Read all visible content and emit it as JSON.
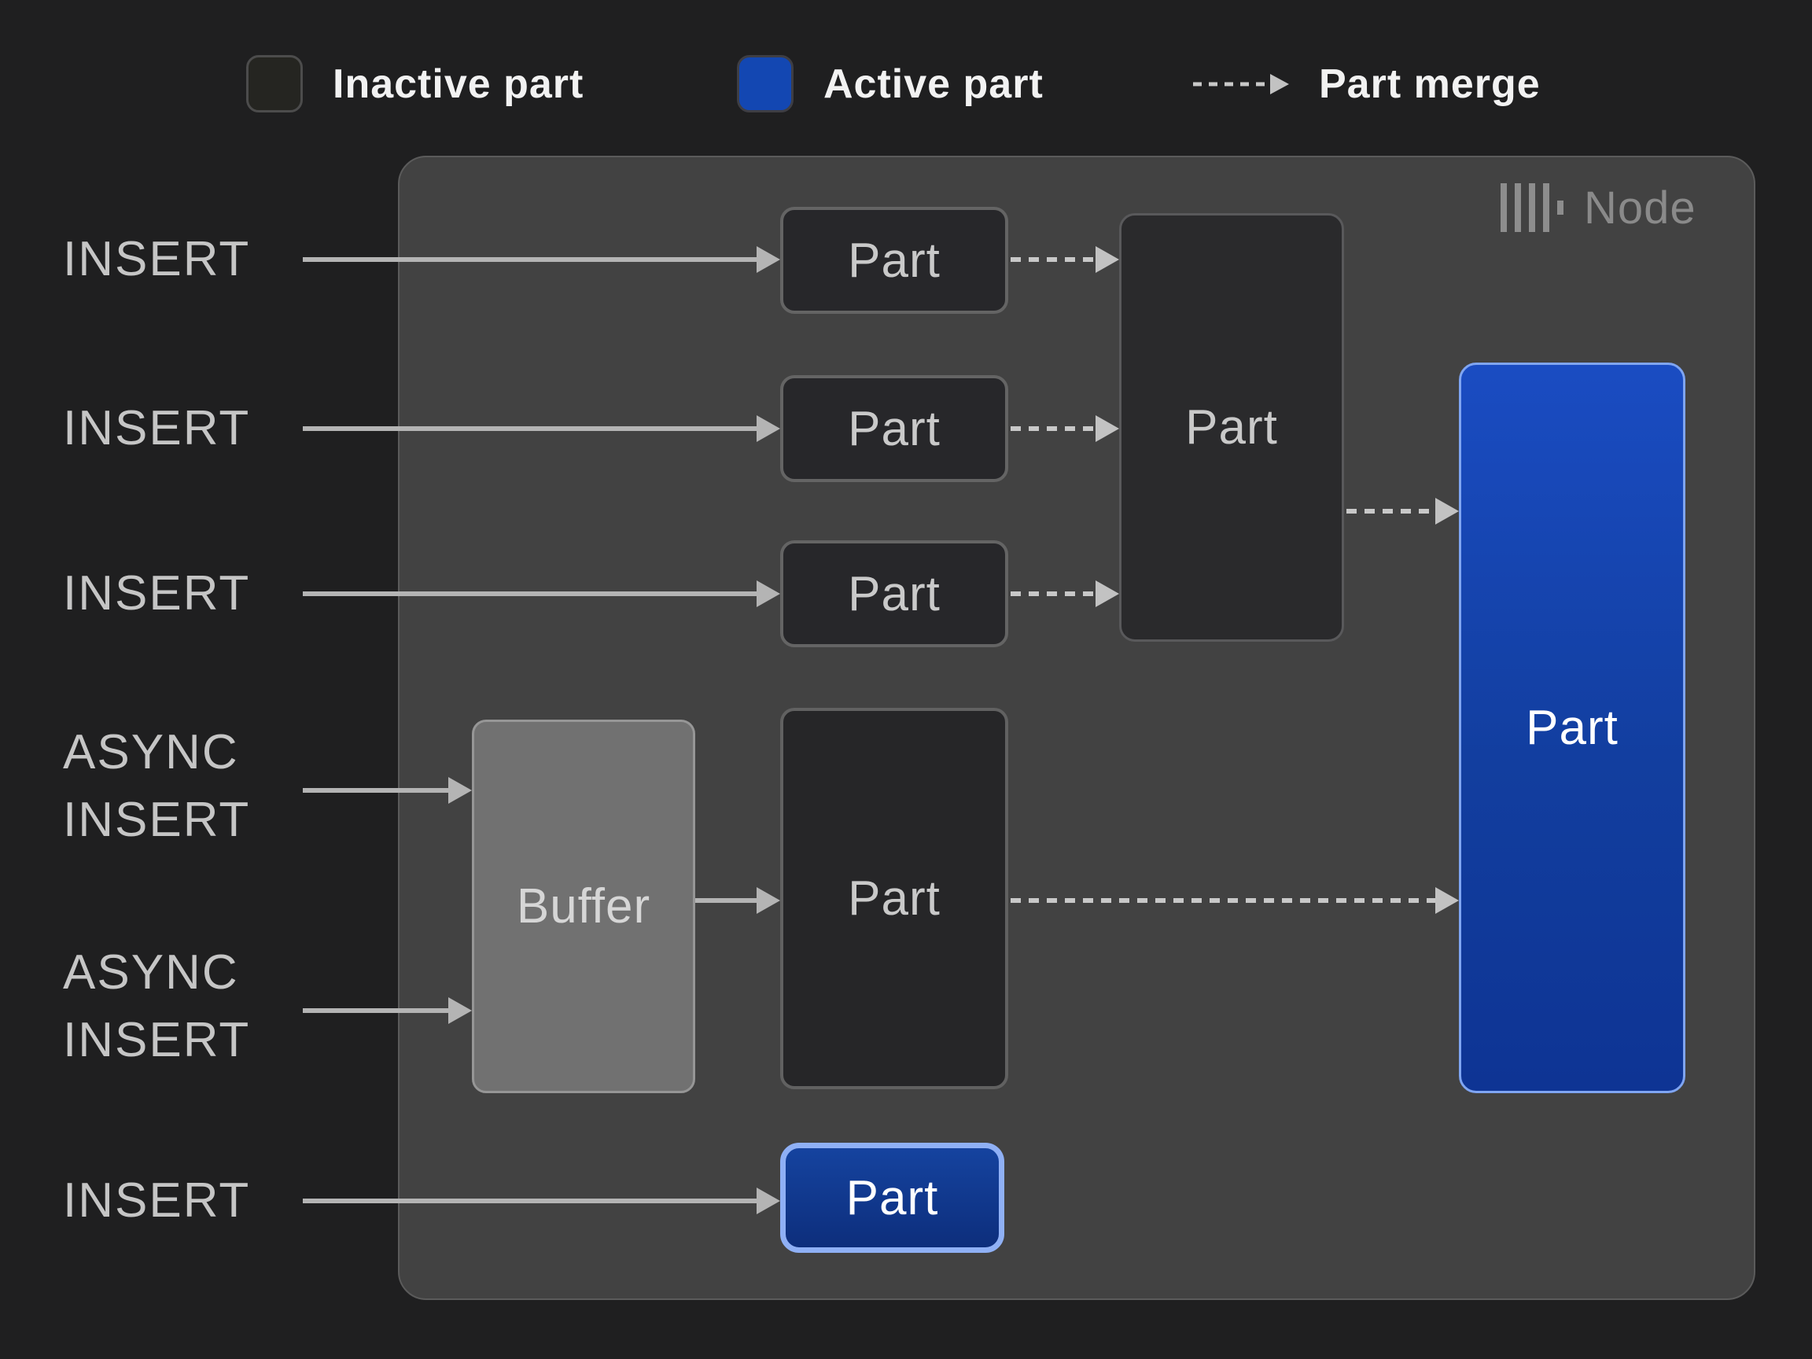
{
  "legend": {
    "inactive_label": "Inactive part",
    "active_label": "Active part",
    "merge_label": "Part merge"
  },
  "node": {
    "title": "Node"
  },
  "inputs": [
    {
      "label": "INSERT"
    },
    {
      "label": "INSERT"
    },
    {
      "label": "INSERT"
    },
    {
      "label": "ASYNC INSERT"
    },
    {
      "label": "ASYNC INSERT"
    },
    {
      "label": "INSERT"
    }
  ],
  "boxes": {
    "small_parts": [
      "Part",
      "Part",
      "Part"
    ],
    "merge_part": "Part",
    "buffer": "Buffer",
    "buffered_part": "Part",
    "active_large_part": "Part",
    "active_small_part": "Part"
  },
  "colors": {
    "background": "#1f1f20",
    "node_fill": "#424242",
    "inactive_part_fill": "#27272a",
    "buffer_fill": "#717171",
    "active_blue": "#1347b2",
    "active_border_blue": "#7fa5f2",
    "solid_arrow": "#b4b4b4",
    "dashed_arrow": "#c8c8c8"
  }
}
